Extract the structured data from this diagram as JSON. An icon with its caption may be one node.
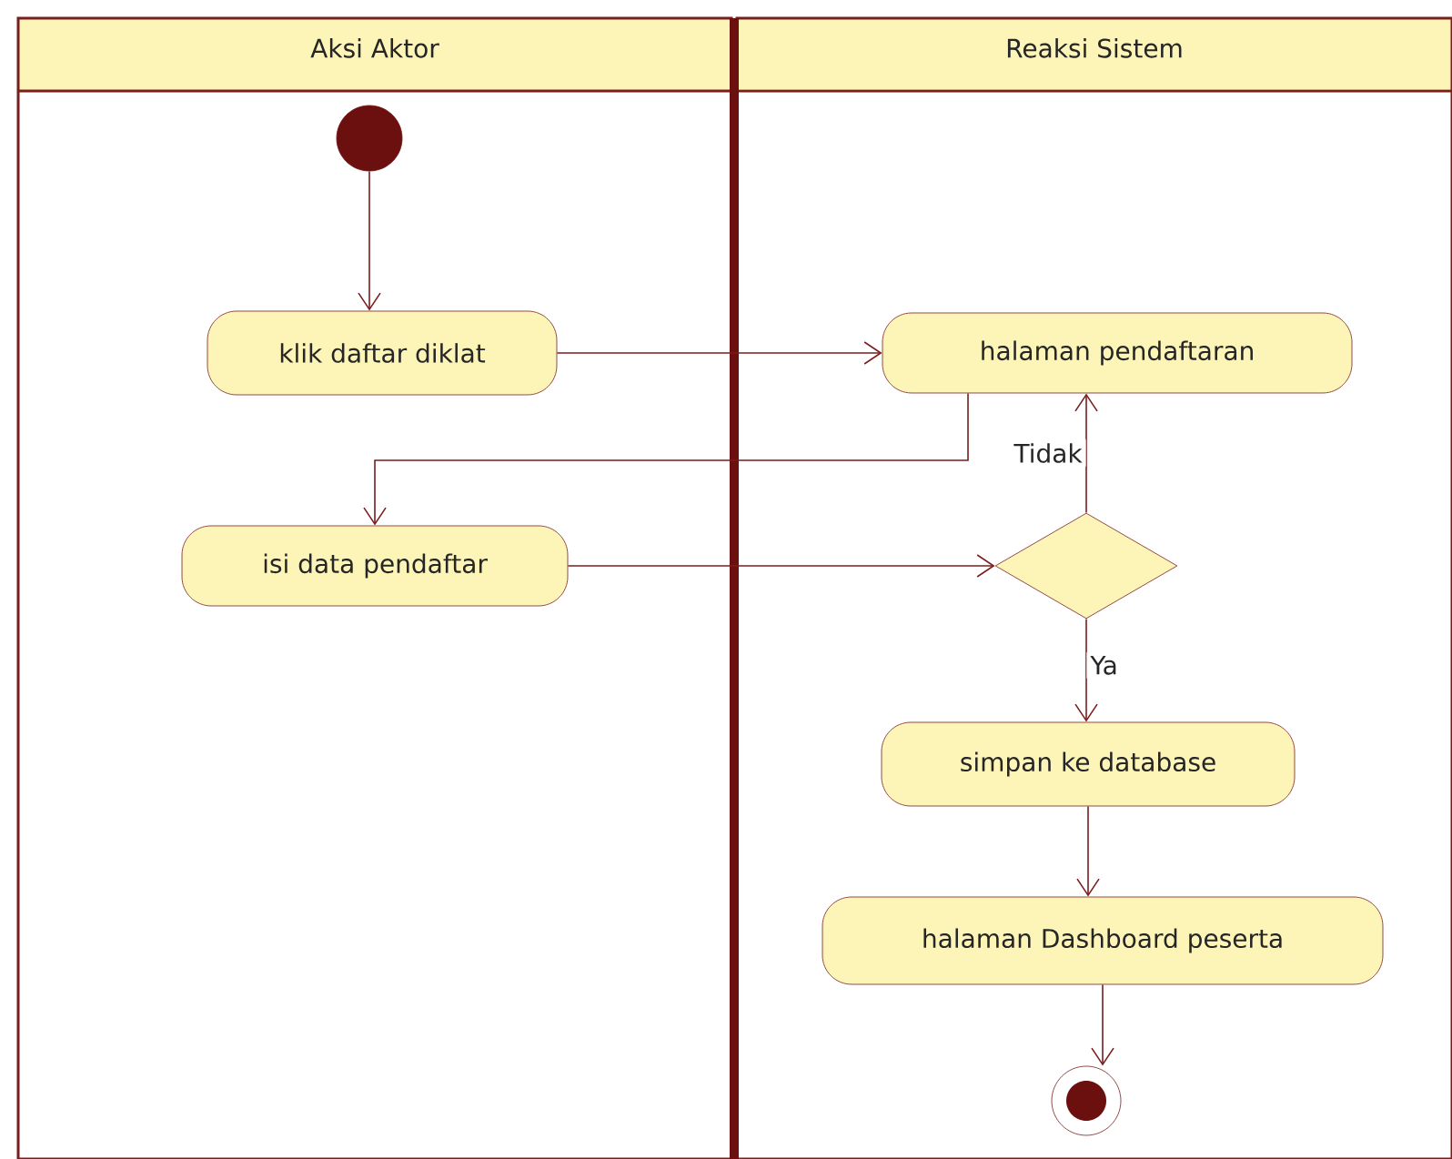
{
  "diagram": {
    "nodes": [
      {
        "text": [
          "Aksi Aktor"
        ]
      },
      {
        "text": [
          "Reaksi Sistem"
        ]
      },
      {
        "text": [],
        "shape": "circle",
        "in": 0
      },
      {
        "text": [
          "klik daftar diklat"
        ],
        "in": 0
      },
      {
        "text": [
          "halaman pendaftaran"
        ],
        "in": 1
      },
      {
        "text": [
          "isi data pendaftar"
        ],
        "in": 0
      },
      {
        "text": [],
        "shape": "diamond",
        "in": 1
      },
      {
        "text": [
          "simpan ke database"
        ],
        "in": 1
      },
      {
        "text": [
          "halaman Dashboard peserta"
        ],
        "in": 1
      },
      {
        "text": [],
        "shape": "circle",
        "in": 1
      }
    ],
    "edges": [
      {
        "from": 2,
        "to": 3,
        "arrow": "to"
      },
      {
        "from": 3,
        "to": 4,
        "arrow": "to"
      },
      {
        "from": 4,
        "to": 5,
        "arrow": "to"
      },
      {
        "from": 5,
        "to": 6,
        "arrow": "to"
      },
      {
        "from": 6,
        "to": 4,
        "arrow": "to",
        "label": "Tidak"
      },
      {
        "from": 6,
        "to": 7,
        "arrow": "to",
        "label": "Ya"
      },
      {
        "from": 7,
        "to": 8,
        "arrow": "to"
      },
      {
        "from": 8,
        "to": 9,
        "arrow": "to"
      }
    ]
  }
}
